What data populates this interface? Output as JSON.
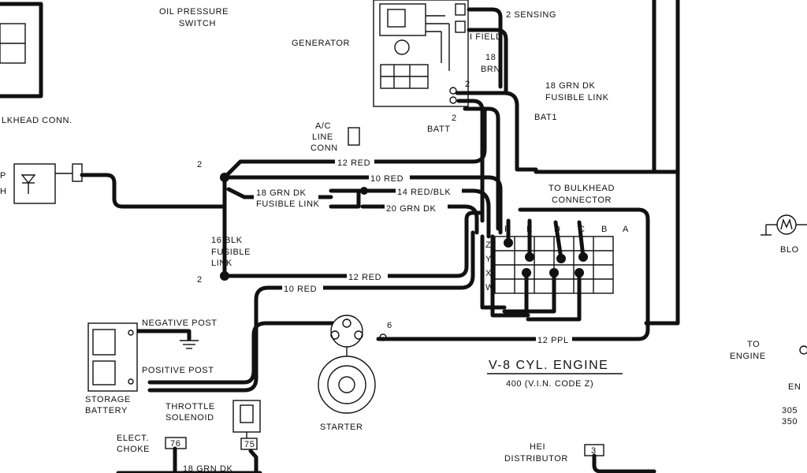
{
  "labels": {
    "oil_pressure_switch_1": "OIL PRESSURE",
    "oil_pressure_switch_2": "SWITCH",
    "generator": "GENERATOR",
    "sensing": "2 SENSING",
    "field": "I FIELD",
    "brn_18": "18",
    "brn": "BRN",
    "two_a": "2",
    "two_b": "2",
    "grn_dk_1": "18 GRN DK",
    "grn_dk_2": "FUSIBLE LINK",
    "batt": "BATT",
    "bat1": "BAT1",
    "bulkhead_conn": "LKHEAD CONN.",
    "ac_1": "A/C",
    "ac_2": "LINE",
    "ac_3": "CONN",
    "p_frag": "P",
    "h_frag": "H",
    "two_left": "2",
    "red12_top": "12 RED",
    "red10_top": "10 RED",
    "grn18_1": "18 GRN DK",
    "grn18_2": "FUSIBLE LINK",
    "red_blk": "14 RED/BLK",
    "grn20": "20 GRN DK",
    "to_bulkhead_1": "TO BULKHEAD",
    "to_bulkhead_2": "CONNECTOR",
    "blk16_1": "16 BLK",
    "blk16_2": "FUSIBLE",
    "blk16_3": "LINK",
    "two_lower": "2",
    "red12_mid": "12 RED",
    "red10_mid": "10 RED",
    "neg_post": "NEGATIVE POST",
    "pos_post": "POSITIVE POST",
    "battery_1": "STORAGE",
    "battery_2": "BATTERY",
    "throttle_1": "THROTTLE",
    "throttle_2": "SOLENOID",
    "six": "6",
    "ppl12": "12 PPL",
    "engine_title": "V-8 CYL. ENGINE",
    "engine_sub": "400 (V.I.N. CODE Z)",
    "starter": "STARTER",
    "elect_1": "ELECT.",
    "elect_2": "CHOKE",
    "grn_bottom": "18 GRN DK",
    "hei_1": "HEI",
    "hei_2": "DISTRIBUTOR",
    "to_engine_1": "TO",
    "to_engine_2": "ENGINE",
    "blo": "BLO",
    "eng_frag": "EN",
    "c305": "305",
    "c350": "350"
  },
  "connector_letters": [
    "F",
    "E",
    "D",
    "C",
    "B",
    "A"
  ],
  "connector_rows": [
    "Z",
    "Y",
    "X",
    "W"
  ],
  "terminal_ids": {
    "choke": "76",
    "solenoid": "75",
    "hei": "3"
  }
}
